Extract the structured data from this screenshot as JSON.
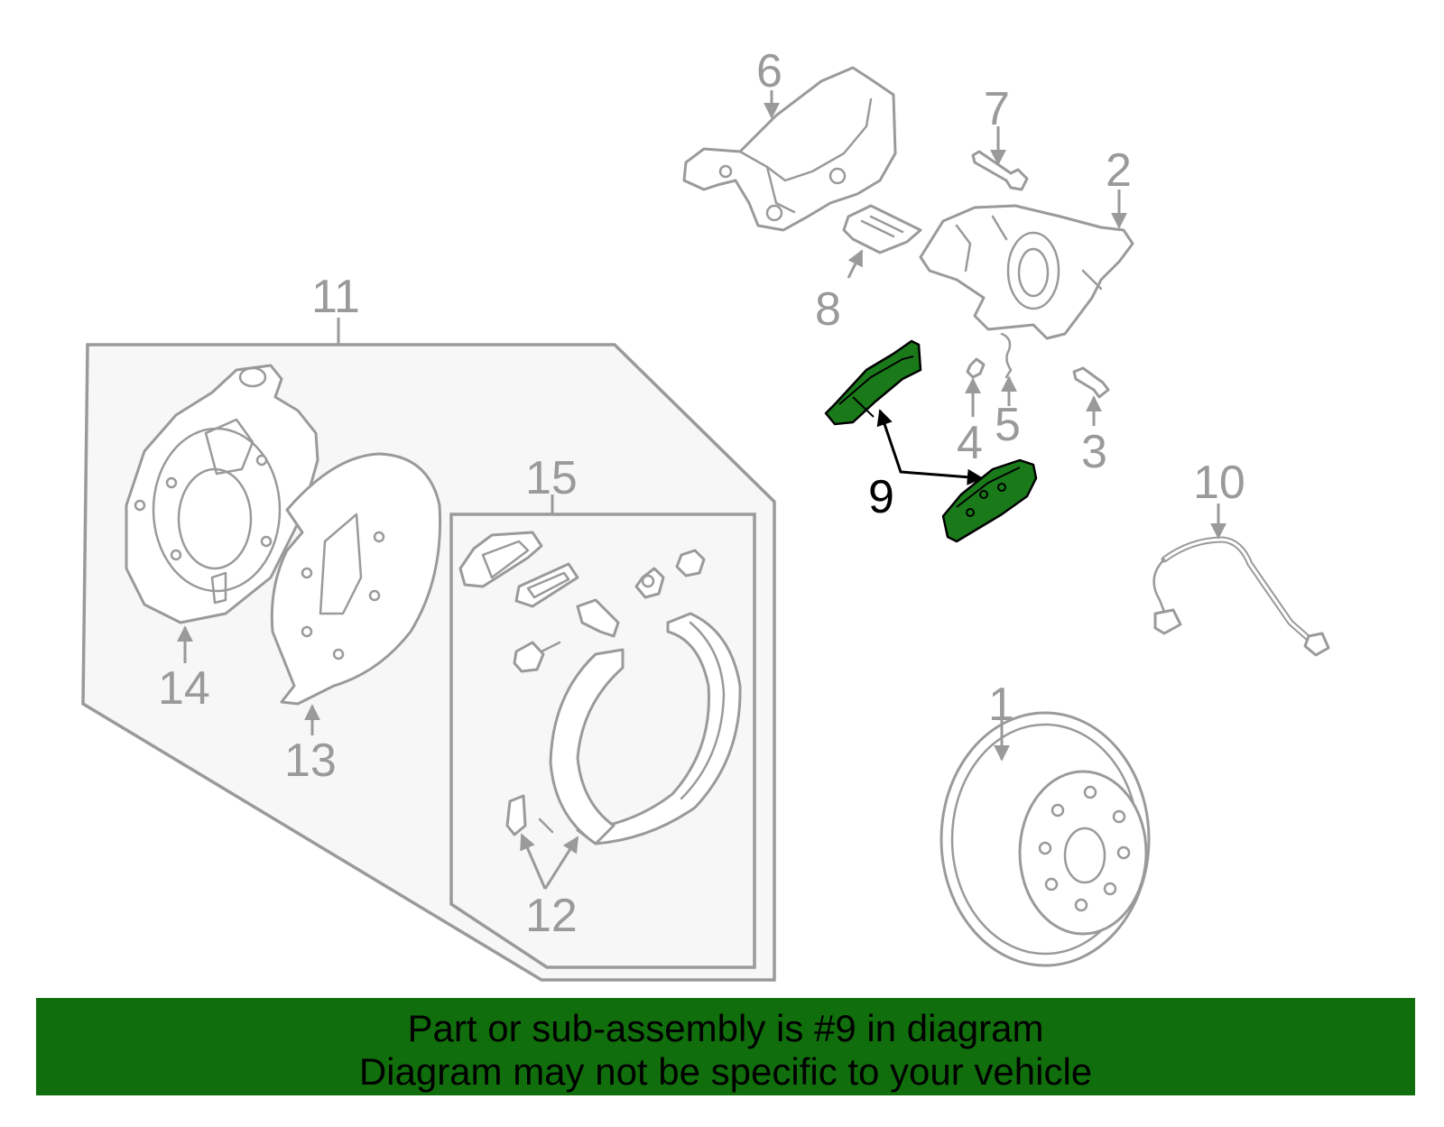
{
  "labels": {
    "p1": "1",
    "p2": "2",
    "p3": "3",
    "p4": "4",
    "p5": "5",
    "p6": "6",
    "p7": "7",
    "p8": "8",
    "p9": "9",
    "p10": "10",
    "p11": "11",
    "p12": "12",
    "p13": "13",
    "p14": "14",
    "p15": "15"
  },
  "highlight": {
    "part_number": "9",
    "fill_color": "#1a7a1a",
    "line_color": "#000000"
  },
  "banner": {
    "line1": "Part or sub-assembly is #9 in diagram",
    "line2": "Diagram may not be specific to your vehicle",
    "background_color": "#116e0c"
  },
  "colors": {
    "line_art": "#9a9a9a",
    "group_fill": "#f7f7f7"
  }
}
